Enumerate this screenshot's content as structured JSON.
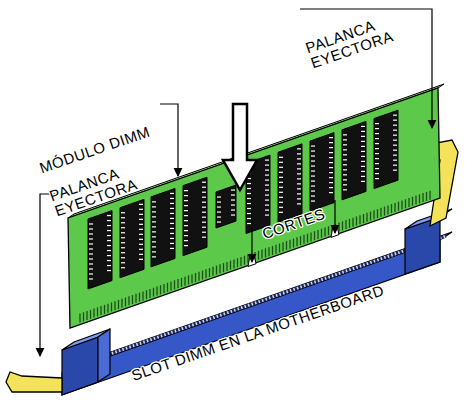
{
  "diagram": {
    "labels": [
      "PALANCA EYECTORA",
      "MÓDULO DIMM",
      "PALANCA EYECTORA",
      "CORTES",
      "SLOT DIMM EN LA MOTHERBOARD"
    ]
  }
}
